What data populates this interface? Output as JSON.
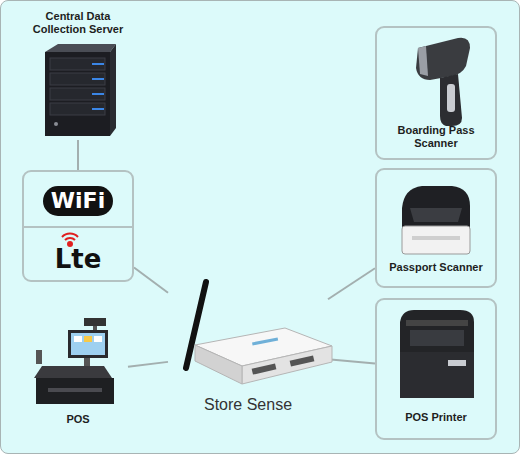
{
  "diagram": {
    "nodes": [
      {
        "text": [
          "Central Data Collection Server"
        ]
      },
      {
        "text": [
          "WiFi",
          "Lte"
        ]
      },
      {
        "text": [
          "Boarding Pass Scanner"
        ]
      },
      {
        "text": [
          "Passport Scanner"
        ]
      },
      {
        "text": [
          "POS"
        ]
      },
      {
        "text": [
          "Store Sense"
        ]
      },
      {
        "text": [
          "POS Printer"
        ]
      }
    ],
    "edges": [
      {
        "from": 0,
        "to": 1,
        "arrow": "none"
      },
      {
        "from": 1,
        "to": 5,
        "arrow": "none"
      },
      {
        "from": 5,
        "to": 3,
        "arrow": "none"
      },
      {
        "from": 5,
        "to": 6,
        "arrow": "none"
      },
      {
        "from": 4,
        "to": 5,
        "arrow": "none"
      }
    ]
  }
}
